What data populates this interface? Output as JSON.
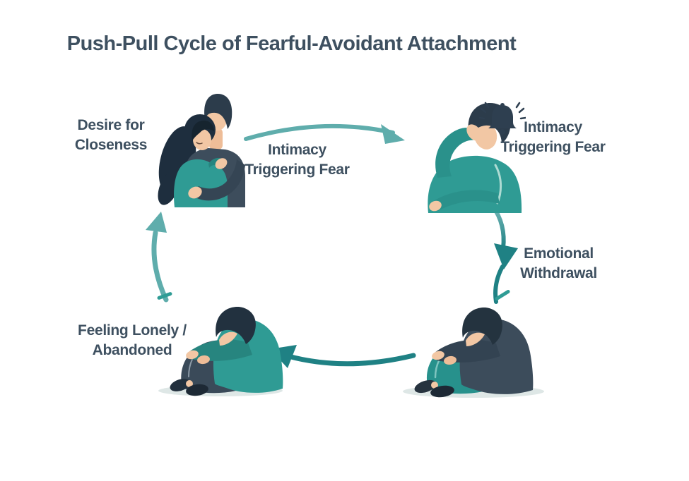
{
  "title": "Push-Pull Cycle of Fearful-Avoidant Attachment",
  "nodes": {
    "desire": {
      "line1": "Desire for",
      "line2": "Closeness",
      "illustration": "couple-hugging"
    },
    "fear": {
      "line1": "Intimacy",
      "line2": "Triggering Fear",
      "illustration": "person-hand-on-head",
      "icon": "alert-bell-icon"
    },
    "withdrawal": {
      "line1": "Emotional",
      "line2": "Withdrawal",
      "illustration": "person-sitting-hunched-dark-sweater"
    },
    "lonely": {
      "line1": "Feeling Lonely /",
      "line2": "Abandoned",
      "illustration": "person-sitting-hunched-teal-shirt"
    }
  },
  "arrows": {
    "top": {
      "direction": "right",
      "color": "#5fadac",
      "label_line1": "Intimacy",
      "label_line2": "Triggering Fear"
    },
    "right": {
      "direction": "down",
      "color": "#1f8184"
    },
    "bottom": {
      "direction": "left",
      "color": "#1f8184"
    },
    "left": {
      "direction": "up",
      "color": "#5fadac"
    }
  },
  "colors": {
    "background": "#ffffff",
    "text": "#3e5060",
    "teal_light": "#5fadac",
    "teal_dark": "#1f8184",
    "clothing_teal": "#2f9b94",
    "clothing_dark": "#3c4c5b",
    "hair": "#2c3c4b",
    "skin": "#f2c7a4",
    "ground_shadow": "#dee7e6"
  }
}
